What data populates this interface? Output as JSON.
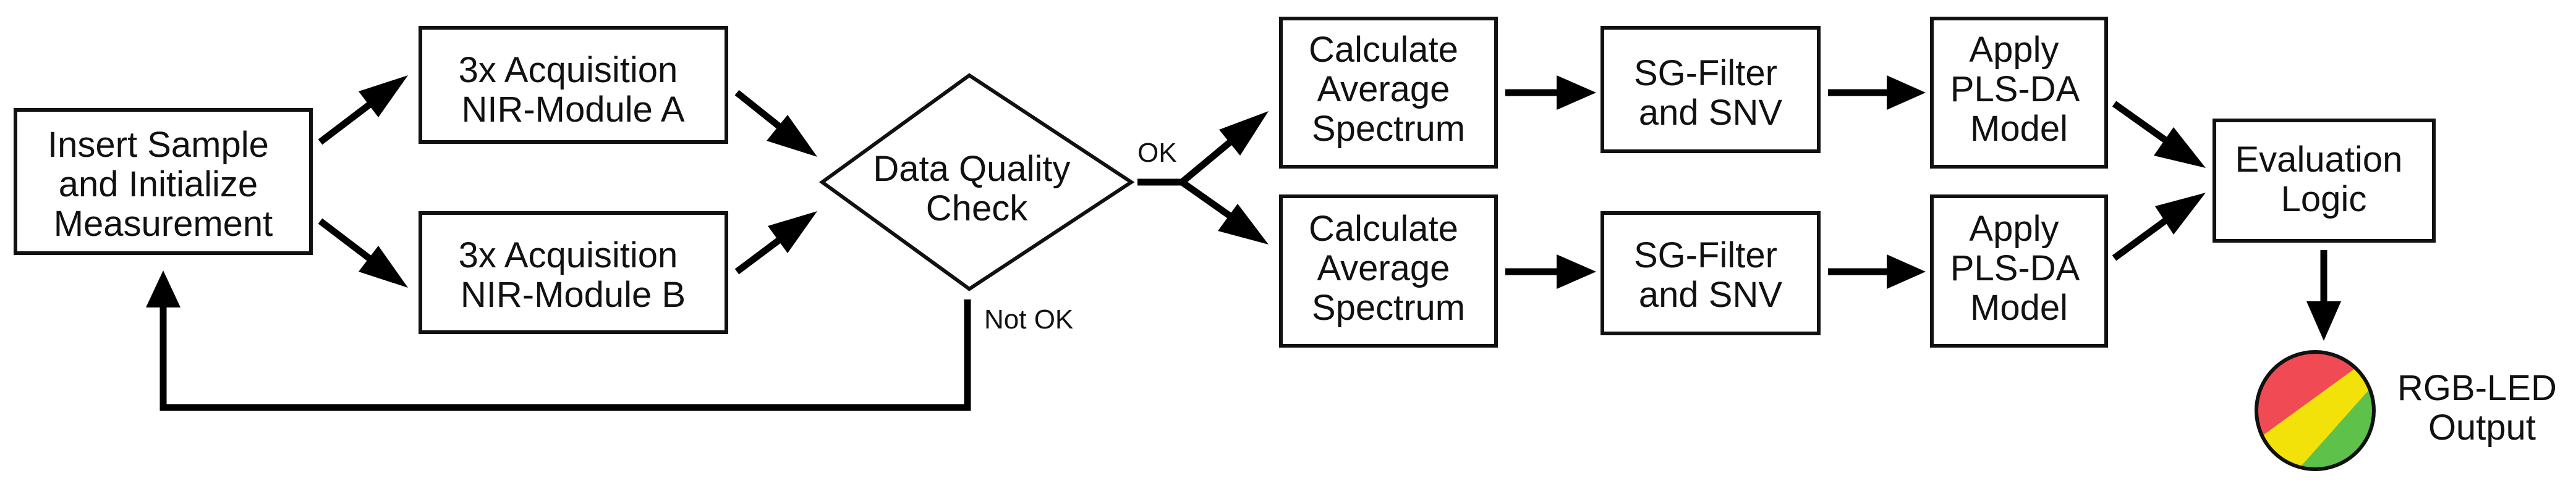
{
  "nodes": {
    "insert": [
      "Insert Sample",
      "and Initialize",
      "Measurement"
    ],
    "acq_a": [
      "3x Acquisition",
      "NIR-Module A"
    ],
    "acq_b": [
      "3x Acquisition",
      "NIR-Module B"
    ],
    "check": [
      "Data Quality",
      "Check"
    ],
    "avg_top": [
      "Calculate",
      "Average",
      "Spectrum"
    ],
    "avg_bottom": [
      "Calculate",
      "Average",
      "Spectrum"
    ],
    "sg_top": [
      "SG-Filter",
      "and SNV"
    ],
    "sg_bottom": [
      "SG-Filter",
      "and SNV"
    ],
    "pls_top": [
      "Apply",
      "PLS-DA",
      "Model"
    ],
    "pls_bottom": [
      "Apply",
      "PLS-DA",
      "Model"
    ],
    "eval": [
      "Evaluation",
      "Logic"
    ],
    "led": [
      "RGB-LED",
      "Output"
    ]
  },
  "edge_labels": {
    "ok": "OK",
    "not_ok": "Not OK"
  },
  "colors": {
    "led_red": "#f04a55",
    "led_yellow": "#f2e20a",
    "led_green": "#5ec24a"
  }
}
